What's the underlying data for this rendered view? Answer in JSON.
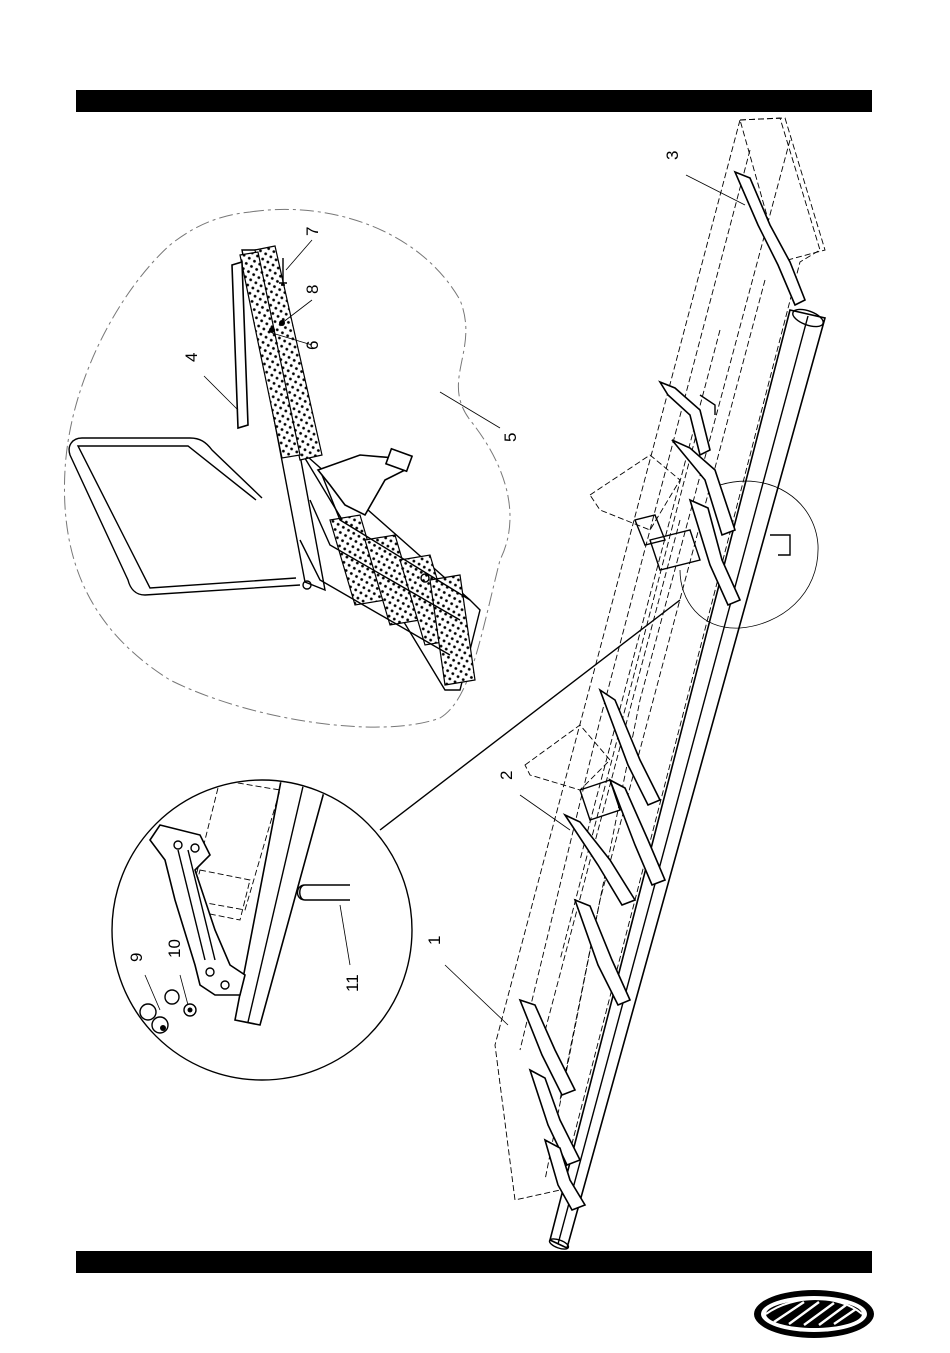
{
  "header": {
    "bar_color": "#000000"
  },
  "footer": {
    "bar_color": "#000000"
  },
  "callouts": [
    {
      "id": "c1",
      "label": "1"
    },
    {
      "id": "c2",
      "label": "2"
    },
    {
      "id": "c3",
      "label": "3"
    },
    {
      "id": "c4",
      "label": "4"
    },
    {
      "id": "c5",
      "label": "5"
    },
    {
      "id": "c6",
      "label": "6"
    },
    {
      "id": "c7",
      "label": "7"
    },
    {
      "id": "c8",
      "label": "8"
    },
    {
      "id": "c9",
      "label": "9"
    },
    {
      "id": "c10",
      "label": "10"
    },
    {
      "id": "c11",
      "label": "11"
    }
  ],
  "logo": {
    "icon": "brand-swoosh-logo-icon"
  }
}
